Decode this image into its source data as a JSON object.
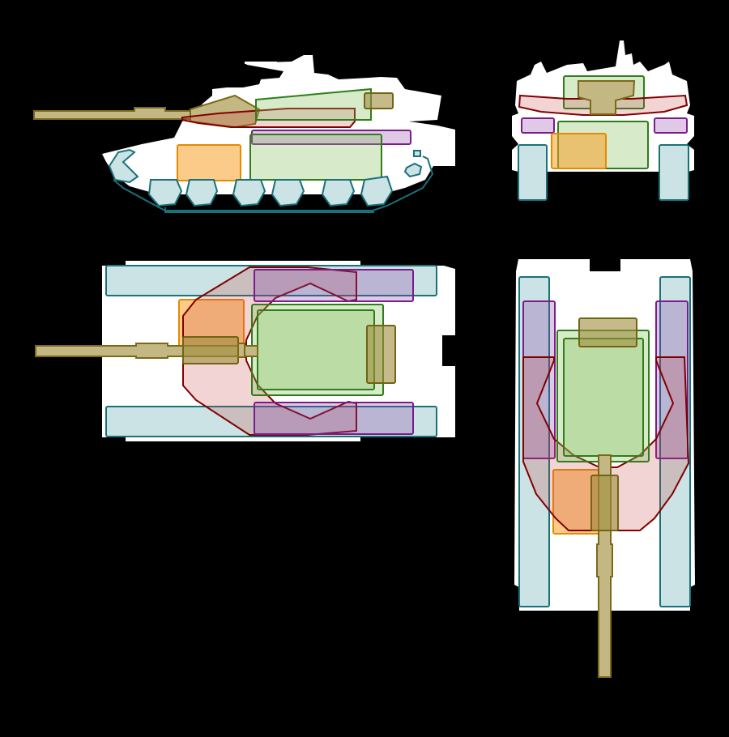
{
  "colors": {
    "background": "#000000",
    "hull": "#ffffff",
    "track_fill": "#cbe3e4",
    "track_stroke": "#19717a",
    "gun": "#c3b883",
    "turret_outline": "#800000",
    "engine_compartment": "#2f7d1a",
    "crew_compartment": "#e68a00",
    "fuel_tanks": "#7a1d8a"
  },
  "views": [
    "side-view",
    "front-view",
    "top-view",
    "rear-view"
  ]
}
